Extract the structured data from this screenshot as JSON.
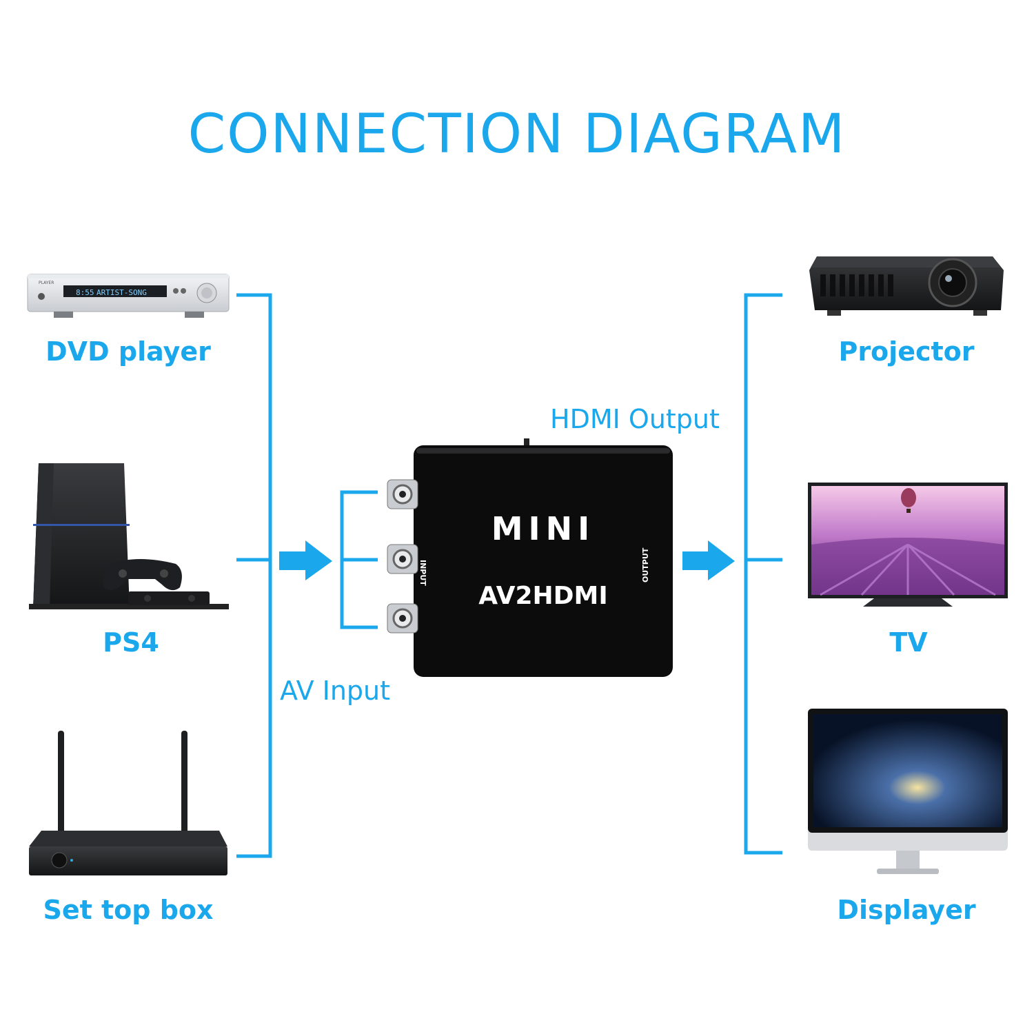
{
  "title": "CONNECTION DIAGRAM",
  "inputs": [
    {
      "label": "DVD player",
      "icon": "dvd-player-icon"
    },
    {
      "label": "PS4",
      "icon": "ps4-console-icon"
    },
    {
      "label": "Set top box",
      "icon": "set-top-box-icon"
    }
  ],
  "outputs": [
    {
      "label": "Projector",
      "icon": "projector-icon"
    },
    {
      "label": "TV",
      "icon": "tv-icon"
    },
    {
      "label": "Displayer",
      "icon": "monitor-icon"
    }
  ],
  "converter": {
    "brand": "MINI",
    "model": "AV2HDMI",
    "input_text": "INPUT",
    "output_text": "OUTPUT"
  },
  "dvd_display": "ARTIST-SONG",
  "dvd_brand": "PLAYER",
  "av_input_label": "AV Input",
  "hdmi_output_label": "HDMI Output",
  "colors": {
    "accent": "#1aa7ec",
    "device_dark": "#1b1b1b"
  }
}
